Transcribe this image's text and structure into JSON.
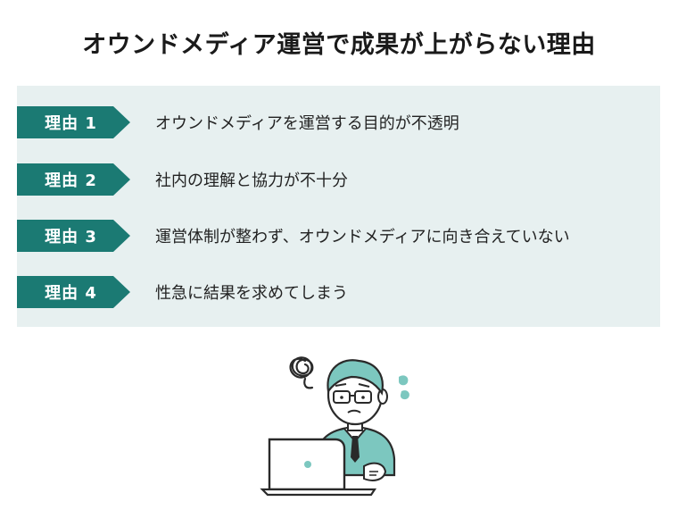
{
  "title": "オウンドメディア運営で成果が上がらない理由",
  "colors": {
    "accent": "#1b7a73",
    "panel": "#e7f0f0",
    "illustration_teal": "#7cc7bf"
  },
  "reasons": [
    {
      "label": "理由 1",
      "text": "オウンドメディアを運営する目的が不透明"
    },
    {
      "label": "理由 2",
      "text": "社内の理解と協力が不十分"
    },
    {
      "label": "理由 3",
      "text": "運営体制が整わず、オウンドメディアに向き合えていない"
    },
    {
      "label": "理由 4",
      "text": "性急に結果を求めてしまう"
    }
  ],
  "illustration": "confused-man-at-laptop"
}
